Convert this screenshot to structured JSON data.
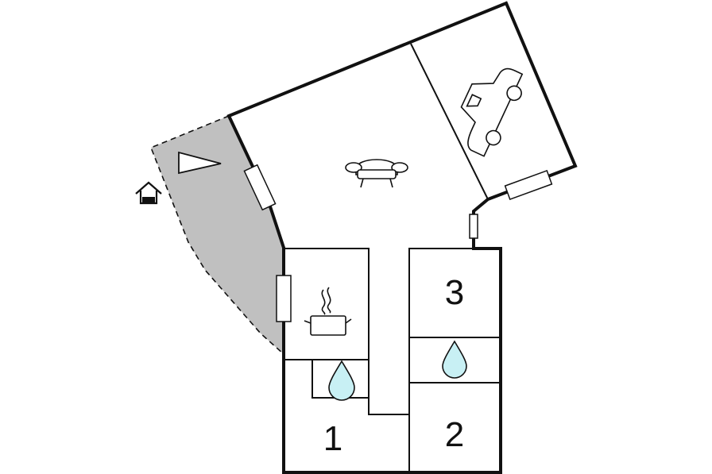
{
  "floorplan": {
    "rooms": [
      {
        "label": "3",
        "type": "bedroom"
      },
      {
        "label": "2",
        "type": "bedroom"
      },
      {
        "label": "1",
        "type": "bedroom"
      }
    ],
    "icons": {
      "north": "north-arrow-icon",
      "entrance": "house-entrance-icon",
      "living": "sofa-icon",
      "garage": "car-icon",
      "kitchen": "cooking-pot-icon",
      "bathroom": "water-drop-icon"
    },
    "colors": {
      "wall": "#111111",
      "terrace": "#c0c0c0",
      "water": "#c8f0f4",
      "background": "#ffffff"
    }
  }
}
